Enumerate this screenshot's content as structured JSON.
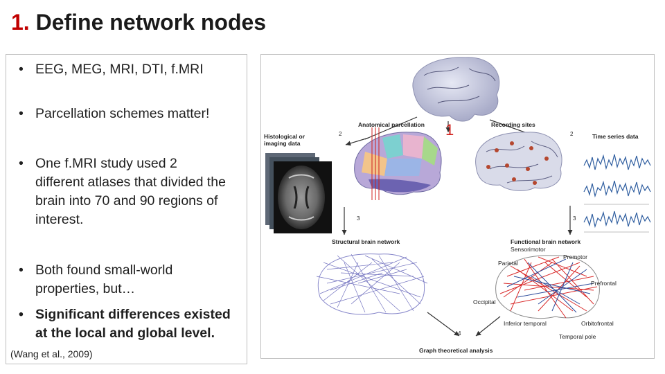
{
  "title": {
    "number": "1.",
    "text": " Define network nodes"
  },
  "bullets": [
    {
      "marker": "•",
      "text": "EEG, MEG, MRI, DTI, f.MRI",
      "bold": false
    },
    {
      "marker": "•",
      "text": "Parcellation schemes matter!",
      "bold": false
    },
    {
      "marker": "•",
      "text": "One f.MRI study used 2 different atlases that divided the brain into 70 and 90 regions of interest.",
      "bold": false
    },
    {
      "marker": "•",
      "text": "Both found small-world properties, but…",
      "bold": false
    },
    {
      "marker": "•",
      "text": "Significant differences existed at the local and global level.",
      "bold": true
    }
  ],
  "citation": "(Wang et al., 2009)",
  "figure": {
    "labels": {
      "histological": "Histological or imaging data",
      "anatomical": "Anatomical parcellation",
      "recording": "Recording sites",
      "timeseries": "Time series data",
      "structural": "Structural brain network",
      "functional": "Functional brain network",
      "graph": "Graph theoretical analysis"
    },
    "regions": {
      "sensorimotor": "Sensorimotor",
      "premotor": "Premotor",
      "parietal": "Parietal",
      "prefrontal": "Prefrontal",
      "occipital": "Occipital",
      "inferior_temporal": "Inferior temporal",
      "orbitofrontal": "Orbitofrontal",
      "temporal_pole": "Temporal pole"
    },
    "step_numbers": {
      "n2a": "2",
      "n2b": "2",
      "n3a": "3",
      "n3b": "3",
      "n4": "4"
    },
    "red_marker": "1",
    "colors": {
      "title_number": "#c00000",
      "red_marker": "#d0211c",
      "structural_edges": "#5a5ab4",
      "functional_red": "#d92b2b",
      "functional_blue": "#2b4a9a",
      "brain_gray": "#c9cbe0"
    }
  }
}
